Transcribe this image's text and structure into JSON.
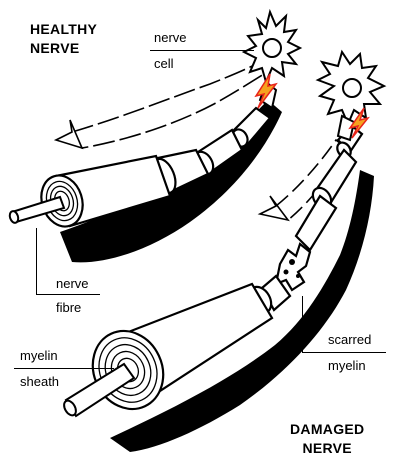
{
  "titles": {
    "healthy_line1": "HEALTHY",
    "healthy_line2": "NERVE",
    "damaged_line1": "DAMAGED",
    "damaged_line2": "NERVE"
  },
  "labels": {
    "nerve_cell_top": "nerve",
    "nerve_cell_bottom": "cell",
    "nerve_fibre_top": "nerve",
    "nerve_fibre_bottom": "fibre",
    "myelin_sheath_top": "myelin",
    "myelin_sheath_bottom": "sheath",
    "scarred_myelin_top": "scarred",
    "scarred_myelin_bottom": "myelin"
  },
  "colors": {
    "ink": "#000000",
    "background": "#ffffff",
    "spark_red": "#e8241a",
    "spark_orange": "#f5a21e"
  },
  "icons": [
    "healthy-nerve-cell-icon",
    "damaged-nerve-cell-icon",
    "signal-arrow-icon",
    "spark-icon"
  ]
}
